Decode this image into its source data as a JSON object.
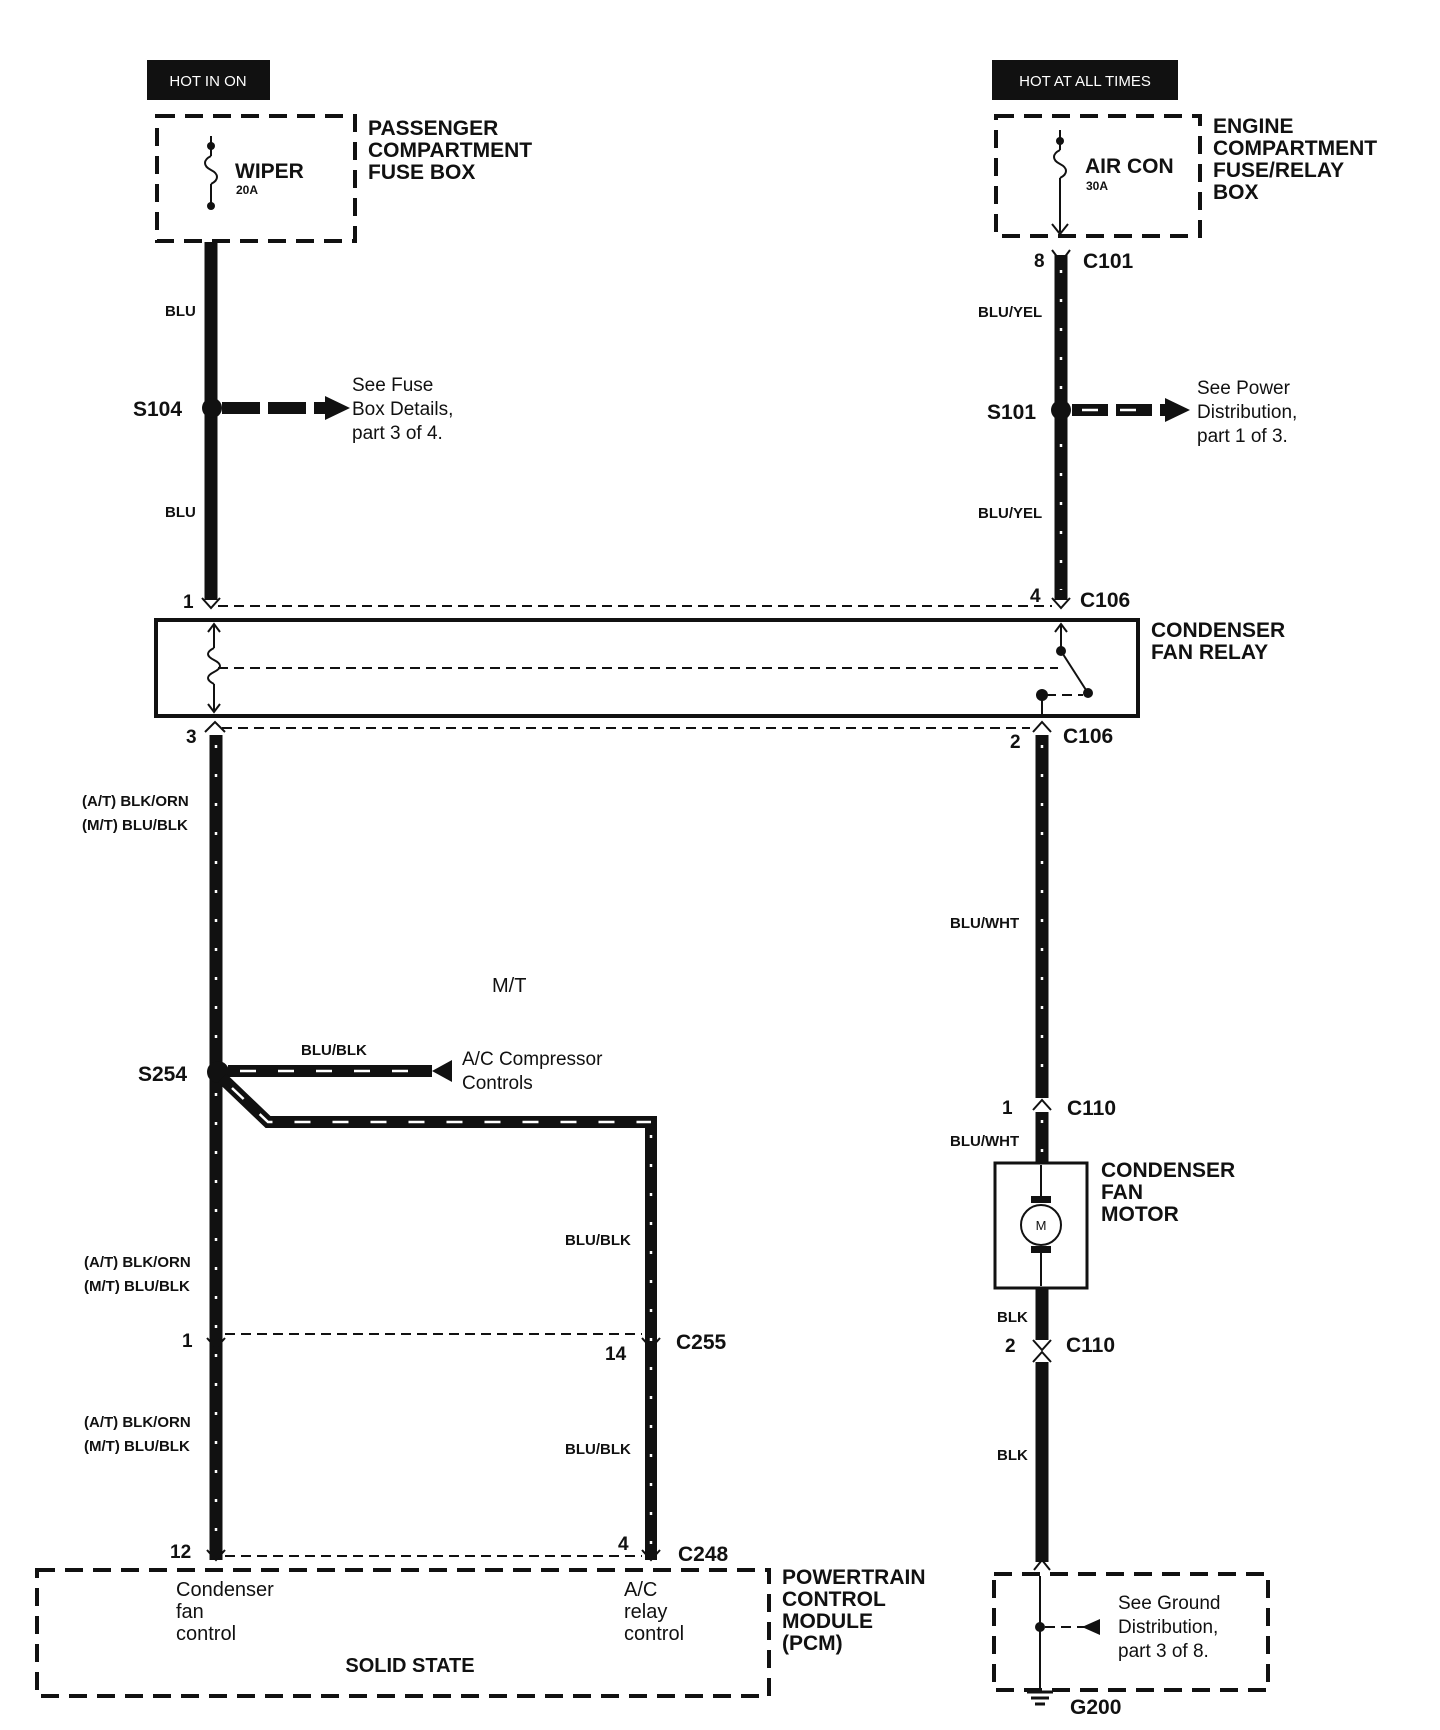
{
  "power": {
    "left_label": "HOT IN ON",
    "right_label": "HOT AT ALL TIMES"
  },
  "fuses": {
    "left": {
      "name": "WIPER",
      "rating": "20A",
      "box_lines": [
        "PASSENGER",
        "COMPARTMENT",
        "FUSE BOX"
      ]
    },
    "right": {
      "name": "AIR CON",
      "rating": "30A",
      "box_lines": [
        "ENGINE",
        "COMPARTMENT",
        "FUSE/RELAY",
        "BOX"
      ]
    }
  },
  "wires": {
    "blu": "BLU",
    "blu_yel": "BLU/YEL",
    "blu_wht": "BLU/WHT",
    "blu_blk": "BLU/BLK",
    "blk": "BLK",
    "at_blk_orn": "(A/T) BLK/ORN",
    "mt_blu_blk": "(M/T) BLU/BLK"
  },
  "splices": {
    "s104": "S104",
    "s101": "S101",
    "s254": "S254"
  },
  "references": {
    "fuse_box": [
      "See Fuse",
      "Box Details,",
      "part 3 of 4."
    ],
    "power_dist": [
      "See Power",
      "Distribution,",
      "part 1 of 3."
    ],
    "ac_compressor": [
      "A/C Compressor",
      "Controls"
    ],
    "ground_dist": [
      "See Ground",
      "Distribution,",
      "part 3 of 8."
    ]
  },
  "connectors": {
    "c101": "C101",
    "c101_pin": "8",
    "c106_top": "C106",
    "c106_pin_left_top": "1",
    "c106_pin_right_top": "4",
    "c106_bot": "C106",
    "c106_pin_left_bot": "3",
    "c106_pin_right_bot": "2",
    "c110_top": "C110",
    "c110_top_pin": "1",
    "c110_bot": "C110",
    "c110_bot_pin": "2",
    "c255": "C255",
    "c255_pin_left": "1",
    "c255_pin_right": "14",
    "c248": "C248",
    "c248_pin_left": "12",
    "c248_pin_right": "4"
  },
  "relay": {
    "lines": [
      "CONDENSER",
      "FAN RELAY"
    ]
  },
  "motor": {
    "lines": [
      "CONDENSER",
      "FAN",
      "MOTOR"
    ],
    "symbol": "M"
  },
  "mt_label": "M/T",
  "pcm": {
    "lines": [
      "POWERTRAIN",
      "CONTROL",
      "MODULE",
      "(PCM)"
    ],
    "left_func": [
      "Condenser",
      "fan",
      "control"
    ],
    "right_func": [
      "A/C",
      "relay",
      "control"
    ],
    "solid_state": "SOLID STATE"
  },
  "ground": {
    "id": "G200"
  },
  "colors": {
    "ink": "#111111",
    "background": "#ffffff"
  }
}
